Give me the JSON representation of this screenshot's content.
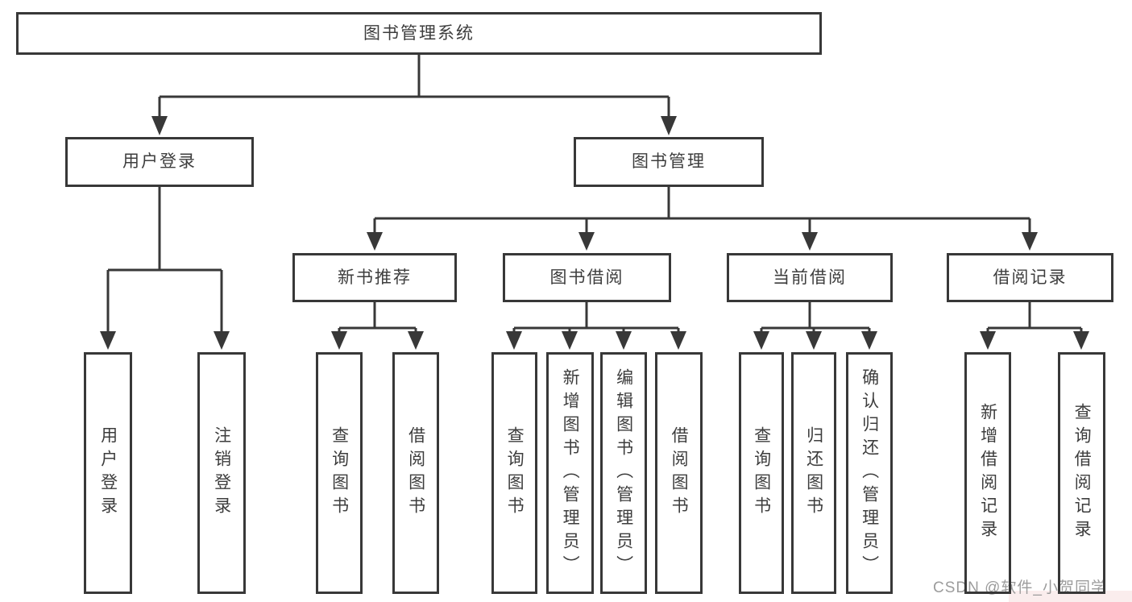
{
  "tree": {
    "label": "图书管理系统",
    "children": [
      {
        "label": "用户登录",
        "children": [
          {
            "label": "用户登录"
          },
          {
            "label": "注销登录"
          }
        ]
      },
      {
        "label": "图书管理",
        "children": [
          {
            "label": "新书推荐",
            "children": [
              {
                "label": "查询图书"
              },
              {
                "label": "借阅图书"
              }
            ]
          },
          {
            "label": "图书借阅",
            "children": [
              {
                "label": "查询图书"
              },
              {
                "label": "新增图书（管理员）"
              },
              {
                "label": "编辑图书（管理员）"
              },
              {
                "label": "借阅图书"
              }
            ]
          },
          {
            "label": "当前借阅",
            "children": [
              {
                "label": "查询图书"
              },
              {
                "label": "归还图书"
              },
              {
                "label": "确认归还（管理员）"
              }
            ]
          },
          {
            "label": "借阅记录",
            "children": [
              {
                "label": "新增借阅记录"
              },
              {
                "label": "查询借阅记录"
              }
            ]
          }
        ]
      }
    ]
  },
  "watermark": "CSDN @软件_小贺同学",
  "colors": {
    "line": "#383838",
    "box_border": "#383838",
    "text": "#3d3d3d",
    "background": "#ffffff",
    "watermark": "#9c9c9c"
  }
}
